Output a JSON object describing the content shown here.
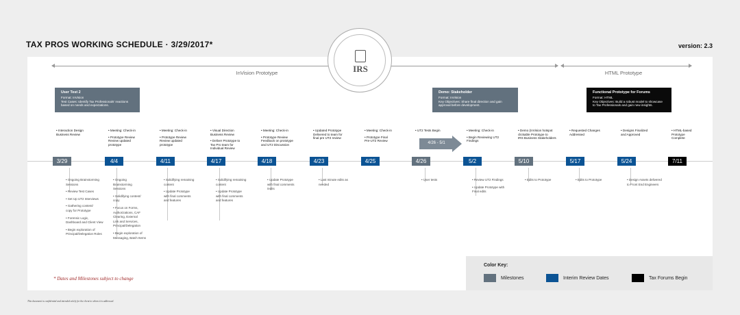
{
  "header": {
    "title": "TAX PROS WORKING SCHEDULE  ·  3/29/2017*",
    "version": "version: 2.3"
  },
  "logo": {
    "text": "IRS"
  },
  "phases": [
    {
      "label": "InVision Prototype"
    },
    {
      "label": "HTML Prototype"
    }
  ],
  "info_boxes": [
    {
      "title": "User Test 2",
      "lines": [
        "Format: InVision",
        "Test Cases: Identify Tax Professionals' reactions",
        "based on needs and expectations."
      ],
      "color": "#62717e"
    },
    {
      "title": "Demo: Stakeholder",
      "lines": [
        "Format: InVision",
        "Key Objectives: Share final direction and gain",
        "approval before development."
      ],
      "color": "#62717e"
    },
    {
      "title": "Functional Prototype for Forums",
      "lines": [
        "Format: HTML",
        "Key Objectives: Build a robust model to showcase",
        "to Tax Professionals and gain new insights."
      ],
      "color": "#0a0a0a"
    }
  ],
  "milestones": [
    [
      "• Interaction Design",
      "  Business Review"
    ],
    [
      "• Meeting: Check-in",
      "• Prototype Review",
      "  Review updated",
      "  prototype"
    ],
    [
      "• Meeting: Check-in",
      "• Prototype Review",
      "  Review updated",
      "  prototype"
    ],
    [
      "• Visual Direction",
      "  Business Review",
      "• Deliver Prototype to",
      "  Tax Pro team for",
      "  Individual Review"
    ],
    [
      "• Meeting: Check-in",
      "• Prototype Review",
      "  Feedback on prototype",
      "  and UT2 Discussion"
    ],
    [
      "• Updated Prototype",
      "  Delivered to team for",
      "  final pre UT2 review"
    ],
    [
      "• Meeting: Check-in",
      "• Prototype Final",
      "  Pre-UT2 Review"
    ],
    [
      "• UT2 Tests Begin"
    ],
    [
      "• Meeting: Check-in",
      "• Begin Reviewing UT2",
      "  Findings"
    ],
    [
      "• Demo (InVision hotspot",
      "  clickable Prototype to",
      "  IRS Business Stakeholders"
    ],
    [
      "• Requested Changes",
      "  Addressed"
    ],
    [
      "• Designs Finalized",
      "  and Approved"
    ],
    [
      "• HTML-based",
      "  Prototype",
      "  Complete"
    ]
  ],
  "range": {
    "label": "4/26 - 5/1"
  },
  "dates": [
    {
      "label": "3/29",
      "type": "milestone"
    },
    {
      "label": "4/4",
      "type": "review"
    },
    {
      "label": "4/11",
      "type": "review"
    },
    {
      "label": "4/17",
      "type": "review"
    },
    {
      "label": "4/18",
      "type": "review"
    },
    {
      "label": "4/23",
      "type": "review"
    },
    {
      "label": "4/25",
      "type": "review"
    },
    {
      "label": "4/26",
      "type": "milestone"
    },
    {
      "label": "5/2",
      "type": "review"
    },
    {
      "label": "5/10",
      "type": "milestone"
    },
    {
      "label": "5/17",
      "type": "review"
    },
    {
      "label": "5/24",
      "type": "review"
    },
    {
      "label": "7/11",
      "type": "forum"
    }
  ],
  "tasks": [
    [
      "• Ongoing Brainstorming",
      "  Sessions",
      "• Review Test Cases",
      "• Set Up UT2 Interviews",
      "• Gathering content/",
      "  copy for Prototype",
      "• Forensic Logic,",
      "  Dashboard and Client View",
      "• Begin exploration of",
      "  Principal/Delegation Roles"
    ],
    [
      "• Ongoing",
      "  Brainstorming",
      "  Sessions",
      "• Solidifying content/",
      "  copy",
      "• Focus on Forms,",
      "  Authorizations, CAF",
      "  Clearing, External",
      "  Link and Services,",
      "  Principal/Delegation",
      "• Begin exploration of",
      "  Messaging, Batch Items"
    ],
    [
      "• Solidifying remaining",
      "  content",
      "• Update Prototype",
      "  with final comments",
      "  and features"
    ],
    [
      "• Solidifying remaining",
      "  content",
      "• Update Prototype",
      "  with final comments",
      "  and features"
    ],
    [
      "• Update Prototype",
      "  with final comments",
      "  /edits"
    ],
    [
      "• Last minute edits as",
      "  needed"
    ],
    [],
    [
      "• User tests"
    ],
    [
      "• Review UT2 Findings",
      "• Update Prototype with",
      "  Final edits"
    ],
    [
      "• Edits to Prototype"
    ],
    [
      "• Edits to Prototype"
    ],
    [
      "• Design Assets delivered",
      "  to Front End Engineers"
    ],
    []
  ],
  "note": "*  Dates and Milestones subject to change",
  "legend": {
    "title": "Color Key:",
    "items": [
      {
        "label": "Milestones",
        "color": "#62717e"
      },
      {
        "label": "Interim Review Dates",
        "color": "#0b5394"
      },
      {
        "label": "Tax Forums Begin",
        "color": "#000000"
      }
    ]
  },
  "footer": "This document is confidential and intended solely for the client to whom it is addressed.",
  "colors": {
    "milestone": "#62717e",
    "review": "#0b5394",
    "forum": "#000000"
  }
}
